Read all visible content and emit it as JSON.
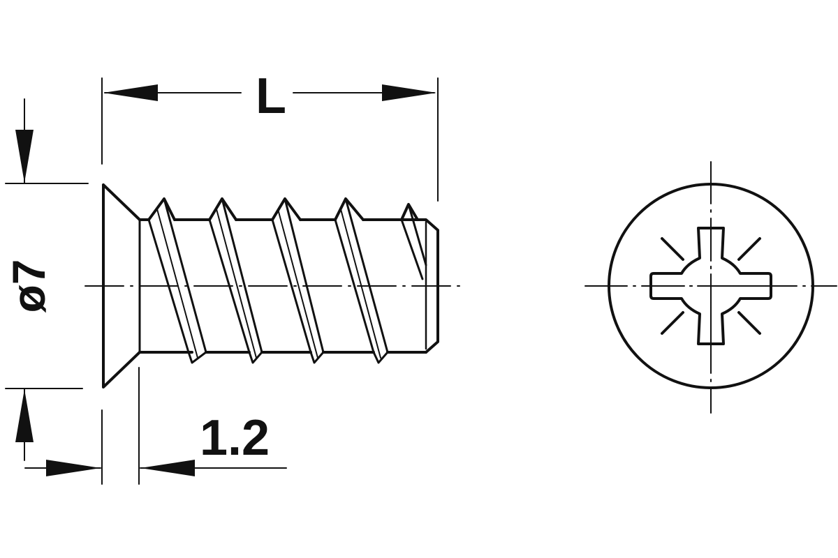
{
  "drawing": {
    "dimension_length_label": "L",
    "dimension_diameter_label": "ø7",
    "dimension_head_label": "1.2",
    "ink_color": "#111111",
    "background_color": "#ffffff"
  }
}
